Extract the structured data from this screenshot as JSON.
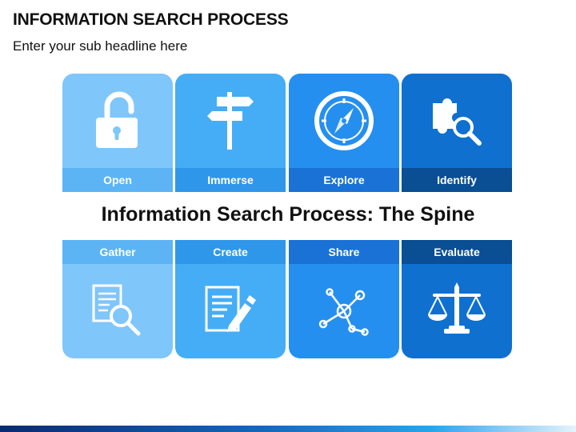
{
  "header": {
    "title": "INFORMATION SEARCH PROCESS",
    "subtitle": "Enter your sub headline here"
  },
  "middle_title": "Information Search Process: The Spine",
  "colors": {
    "col1_body": "#7fc6fb",
    "col1_bar": "#5cb4f5",
    "col2_body": "#45adf5",
    "col2_bar": "#2f97ea",
    "col3_body": "#258ff0",
    "col3_bar": "#1a72d6",
    "col4_body": "#0f70cf",
    "col4_bar": "#0a4e94"
  },
  "top_stages": [
    {
      "label": "Open",
      "icon": "padlock-open-icon"
    },
    {
      "label": "Immerse",
      "icon": "signpost-icon"
    },
    {
      "label": "Explore",
      "icon": "compass-icon"
    },
    {
      "label": "Identify",
      "icon": "puzzle-search-icon"
    }
  ],
  "bottom_stages": [
    {
      "label": "Gather",
      "icon": "document-search-icon"
    },
    {
      "label": "Create",
      "icon": "document-pen-icon"
    },
    {
      "label": "Share",
      "icon": "network-share-icon"
    },
    {
      "label": "Evaluate",
      "icon": "scales-icon"
    }
  ]
}
